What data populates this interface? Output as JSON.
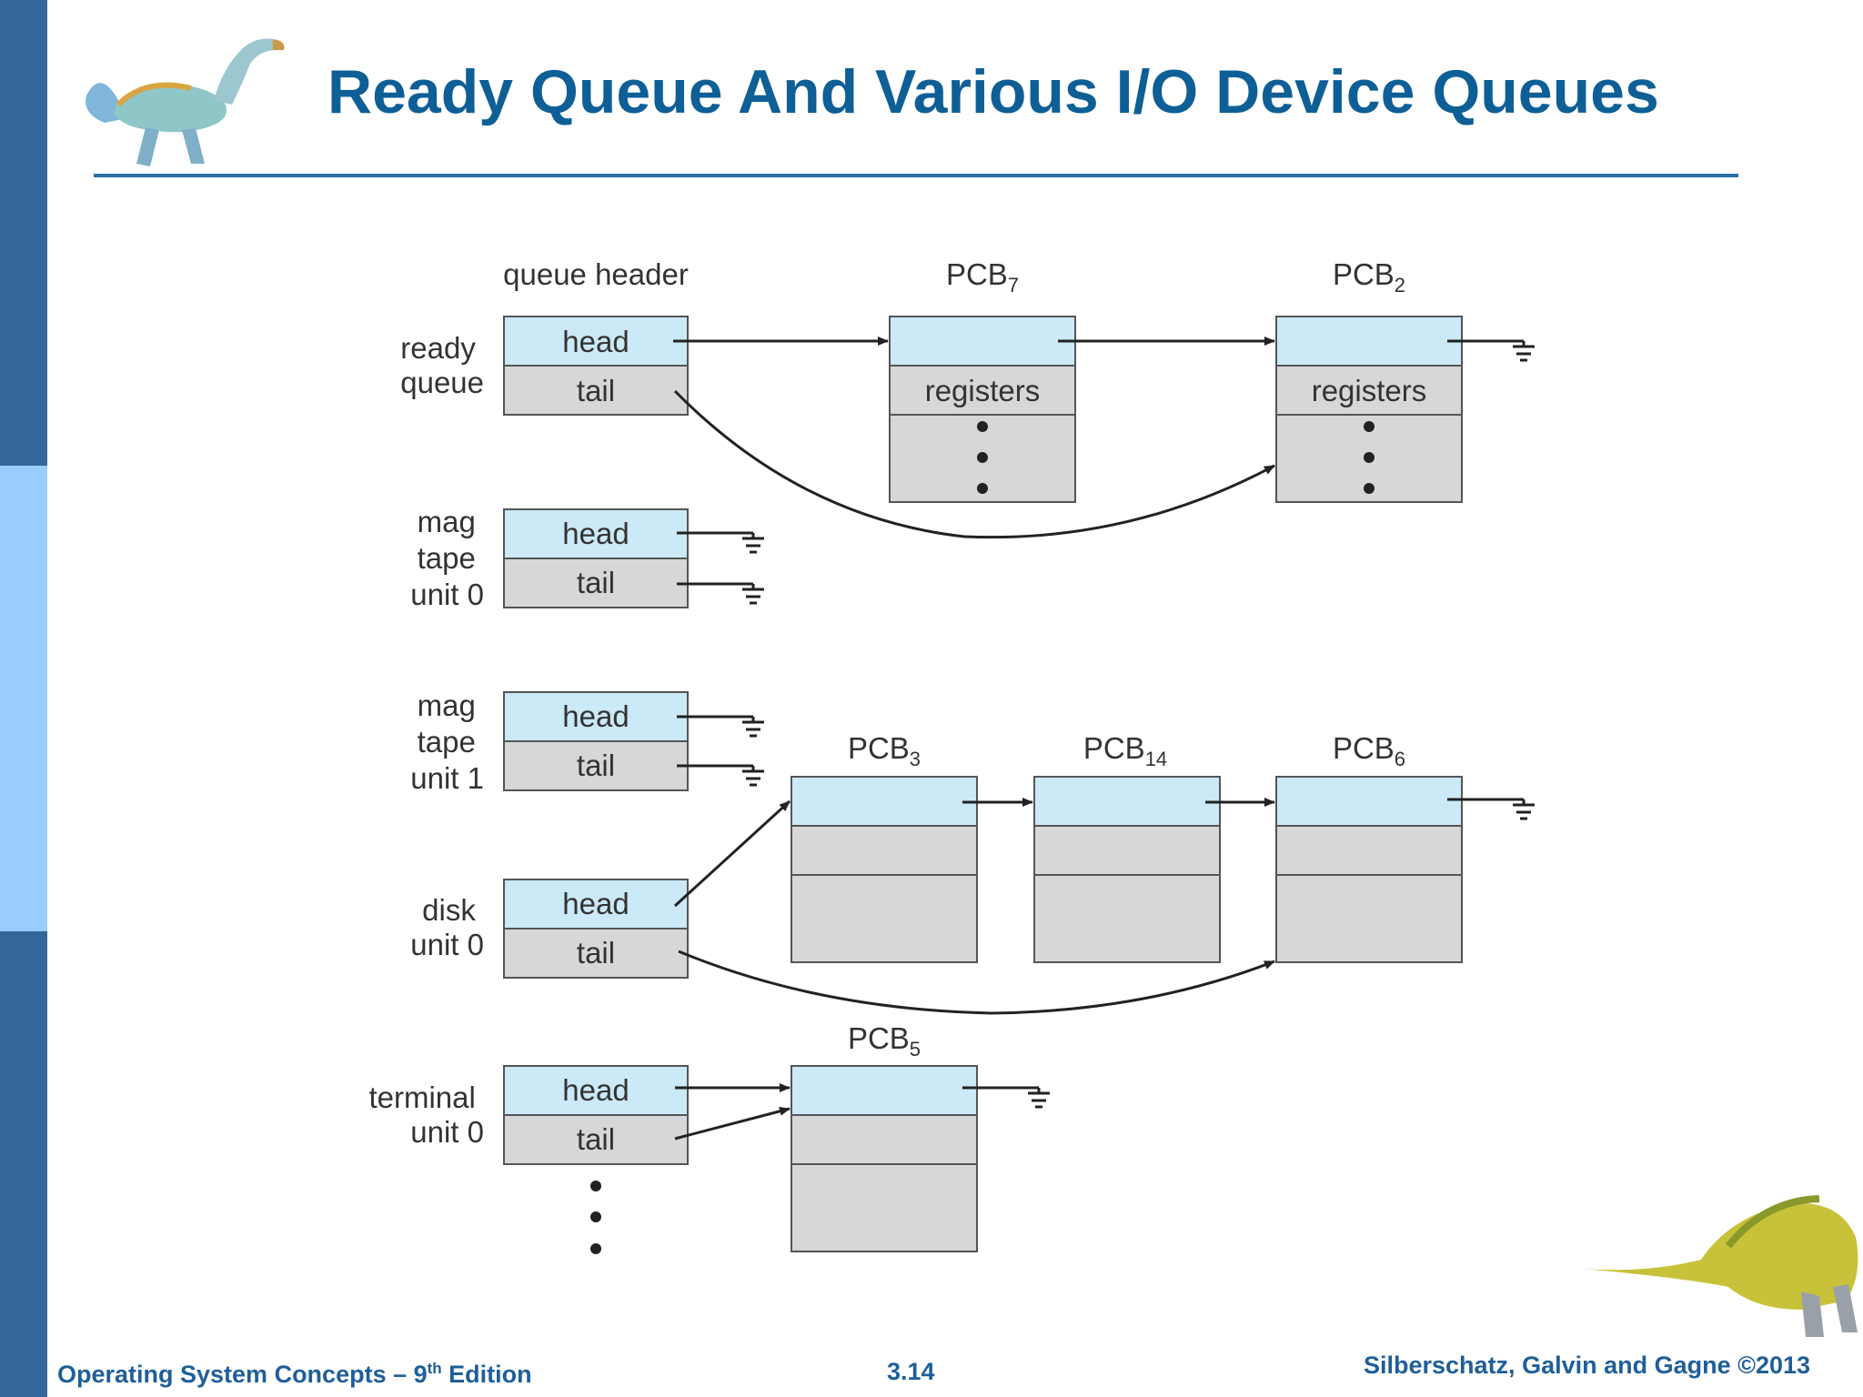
{
  "slide": {
    "title": "Ready Queue And Various I/O Device Queues",
    "footer_left_prefix": "Operating System Concepts – 9",
    "footer_left_sup": "th",
    "footer_left_suffix": " Edition",
    "footer_center": "3.14",
    "footer_right": "Silberschatz, Galvin and Gagne ©2013"
  },
  "colors": {
    "sidebar_dark": "#336699",
    "sidebar_light": "#99ccff",
    "title": "#0e5f96",
    "cell_blue": "#cbe9f7",
    "cell_gray": "#d7d7d9"
  },
  "diagram": {
    "column_header": "queue header",
    "head_label": "head",
    "tail_label": "tail",
    "registers_label": "registers",
    "queues": [
      {
        "label_lines": [
          "ready",
          "queue"
        ]
      },
      {
        "label_lines": [
          "mag",
          "tape",
          "unit 0"
        ]
      },
      {
        "label_lines": [
          "mag",
          "tape",
          "unit 1"
        ]
      },
      {
        "label_lines": [
          "disk",
          "unit 0"
        ]
      },
      {
        "label_lines": [
          "terminal",
          "unit 0"
        ]
      }
    ],
    "pcbs": [
      {
        "name": "PCB",
        "sub": "7"
      },
      {
        "name": "PCB",
        "sub": "2"
      },
      {
        "name": "PCB",
        "sub": "3"
      },
      {
        "name": "PCB",
        "sub": "14"
      },
      {
        "name": "PCB",
        "sub": "6"
      },
      {
        "name": "PCB",
        "sub": "5"
      }
    ]
  }
}
